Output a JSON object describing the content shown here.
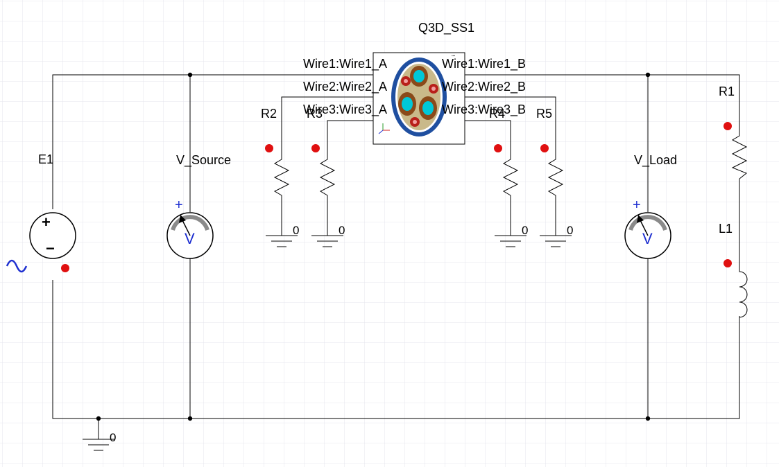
{
  "schematic": {
    "subcircuit_label": "Q3D_SS1",
    "ports_left": [
      "Wire1:Wire1_A",
      "Wire2:Wire2_A",
      "Wire3:Wire3_A"
    ],
    "ports_right": [
      "Wire1:Wire1_B",
      "Wire2:Wire2_B",
      "Wire3:Wire3_B"
    ],
    "source_label": "E1",
    "v_source_label": "V_Source",
    "v_load_label": "V_Load",
    "meter_glyph": "V",
    "plus_glyph": "+",
    "minus_glyph": "−",
    "ac_glyph": "~",
    "resistors": {
      "r2": "R2",
      "r3": "R3",
      "r4": "R4",
      "r5": "R5",
      "r1": "R1"
    },
    "inductor_label": "L1",
    "ground_label": "0",
    "colors": {
      "grid": "#e4e4ec",
      "wire": "#000000",
      "pin": "#e01010",
      "meter_accent": "#1e2fd0",
      "cable_outer": "#1f4fa0",
      "cable_conductor": "#00c8d8",
      "cable_insulation": "#8a4a1a"
    }
  }
}
